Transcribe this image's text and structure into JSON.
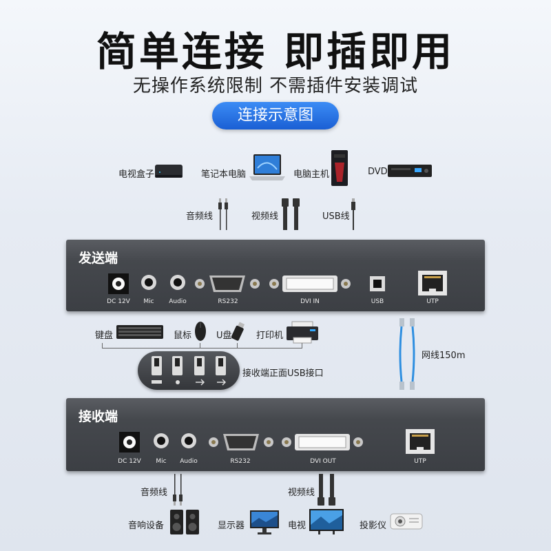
{
  "header": {
    "title": "简单连接 即插即用",
    "subtitle": "无操作系统限制 不需插件安装调试",
    "diagram_label": "连接示意图"
  },
  "sources": [
    {
      "label": "电视盒子",
      "icon": "tv-box-icon"
    },
    {
      "label": "笔记本电脑",
      "icon": "laptop-icon"
    },
    {
      "label": "电脑主机",
      "icon": "pc-tower-icon"
    },
    {
      "label": "DVD",
      "icon": "dvd-player-icon"
    }
  ],
  "source_cables": [
    {
      "label": "音频线",
      "icon": "audio-cable-icon"
    },
    {
      "label": "视频线",
      "icon": "video-cable-icon"
    },
    {
      "label": "USB线",
      "icon": "usb-cable-icon"
    }
  ],
  "transmitter": {
    "title": "发送端",
    "ports": [
      "DC 12V",
      "Mic",
      "Audio",
      "RS232",
      "DVI IN",
      "USB",
      "UTP"
    ]
  },
  "peripherals": [
    {
      "label": "键盘",
      "icon": "keyboard-icon"
    },
    {
      "label": "鼠标",
      "icon": "mouse-icon"
    },
    {
      "label": "U盘",
      "icon": "usb-drive-icon"
    },
    {
      "label": "打印机",
      "icon": "printer-icon"
    }
  ],
  "usb_front_label": "接收端正面USB接口",
  "network_cable_label": "网线150m",
  "receiver": {
    "title": "接收端",
    "ports": [
      "DC 12V",
      "Mic",
      "Audio",
      "RS232",
      "DVI OUT",
      "UTP"
    ]
  },
  "receiver_cables": [
    {
      "label": "音频线",
      "icon": "audio-cable-icon"
    },
    {
      "label": "视频线",
      "icon": "video-cable-icon"
    }
  ],
  "outputs": [
    {
      "label": "音响设备",
      "icon": "speakers-icon"
    },
    {
      "label": "显示器",
      "icon": "monitor-icon"
    },
    {
      "label": "电视",
      "icon": "tv-icon"
    },
    {
      "label": "投影仪",
      "icon": "projector-icon"
    }
  ],
  "colors": {
    "accent": "#1a5fd4",
    "panel": "#45484d",
    "cable": "#2f8fe0"
  }
}
